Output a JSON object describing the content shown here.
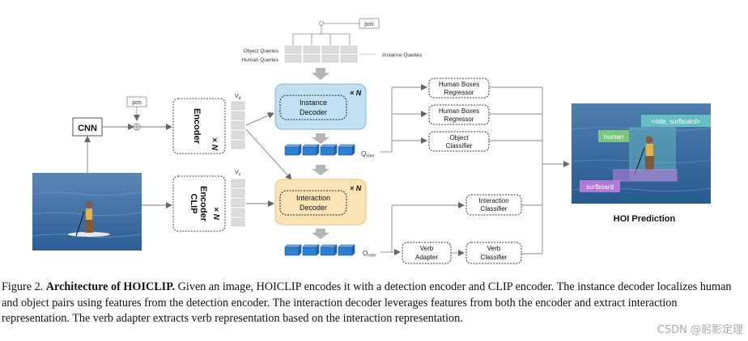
{
  "labels": {
    "pos_top": "pos",
    "object_queries": "Object Queries",
    "human_queries": "Human Queries",
    "instance_queries": "Instance Queries",
    "pos_left": "pos",
    "cnn": "CNN",
    "encoder": "Encoder",
    "encoder_times": "× N",
    "vd": "V",
    "vd_sub": "d",
    "vs": "V",
    "vs_sub": "s",
    "clip_encoder_1": "CLIP",
    "clip_encoder_2": "Encoder",
    "clip_times": "× N",
    "instance_decoder_1": "Instance",
    "instance_decoder_2": "Decoder",
    "instance_times": "× N",
    "interaction_decoder_1": "Interaction",
    "interaction_decoder_2": "Decoder",
    "interaction_times": "× N",
    "q_inter": "Q",
    "q_inter_sub": "inter",
    "o_inter": "O",
    "o_inter_sub": "inter",
    "human_boxes_1a": "Human Boxes",
    "human_boxes_1b": "Regressor",
    "human_boxes_2a": "Human Boxes",
    "human_boxes_2b": "Regressor",
    "object_classifier_a": "Object",
    "object_classifier_b": "Classifier",
    "interaction_classifier_a": "Interaction",
    "interaction_classifier_b": "Classifier",
    "verb_adapter_a": "Verb",
    "verb_adapter_b": "Adapter",
    "verb_classifier_a": "Verb",
    "verb_classifier_b": "Classifier",
    "human_tag": "human",
    "ride_tag": "<ride, surfboard>",
    "surfboard_tag": "surfboard",
    "hoi_prediction": "HOI Prediction"
  },
  "caption": {
    "prefix": "Figure 2.",
    "title": "Architecture of HOICLIP.",
    "body": " Given an image, HOICLIP encodes it with a detection encoder and CLIP encoder. The instance decoder localizes human and object pairs using features from the detection encoder. The interaction decoder leverages features from both the encoder and extract interaction representation. The verb adapter extracts verb representation based on the interaction representation."
  },
  "watermark": "CSDN @躬影定理",
  "colors": {
    "instance_decoder_fill": "#bfe1f3",
    "interaction_decoder_fill": "#fbe3b6",
    "token_blue": "#2f7fd0",
    "arrow_gray": "#b5b5b5",
    "line_gray": "#7a7a7a",
    "tag_green": "#7fd07a",
    "tag_teal": "#67c2c0",
    "tag_purple": "#b77ad8"
  }
}
